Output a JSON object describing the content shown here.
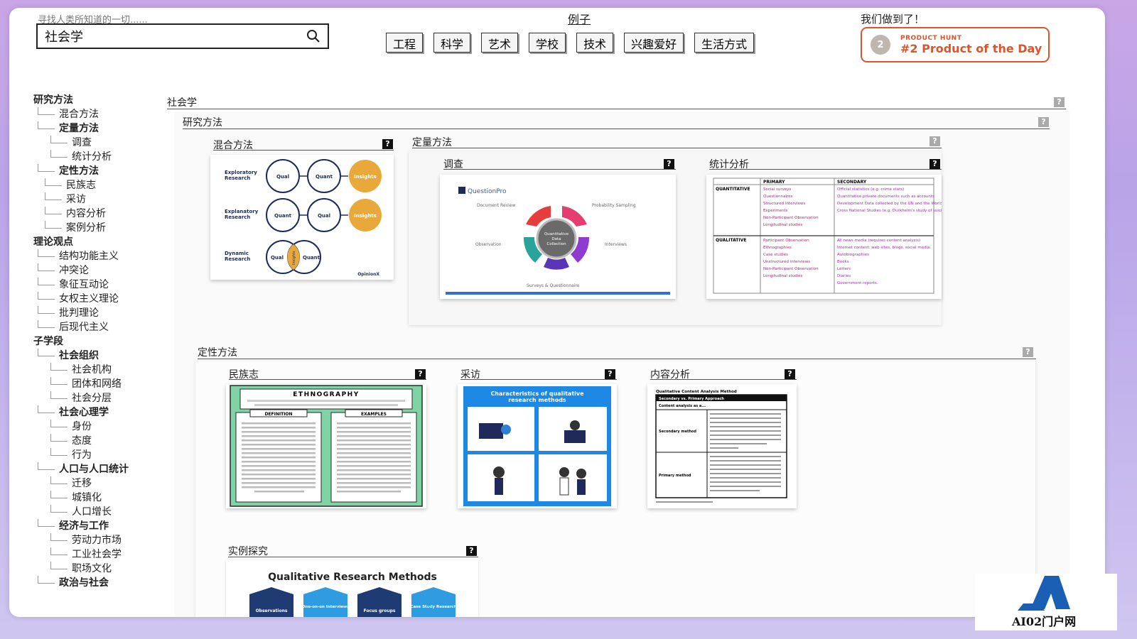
{
  "header": {
    "search_hint": "寻找人类所知道的一切......",
    "search_value": "社会学",
    "examples_title": "例子",
    "example_buttons": [
      "工程",
      "科学",
      "艺术",
      "学校",
      "技术",
      "兴趣爱好",
      "生活方式"
    ],
    "ph_title": "我们做到了！",
    "ph_small": "PRODUCT HUNT",
    "ph_big": "#2 Product of the Day",
    "ph_medal": "2"
  },
  "sidebar": {
    "items": [
      {
        "label": "研究方法",
        "level": "l0"
      },
      {
        "label": "混合方法",
        "level": "l1"
      },
      {
        "label": "定量方法",
        "level": "l1 bold"
      },
      {
        "label": "调查",
        "level": "l2"
      },
      {
        "label": "统计分析",
        "level": "l2"
      },
      {
        "label": "定性方法",
        "level": "l1 bold"
      },
      {
        "label": "民族志",
        "level": "l1b"
      },
      {
        "label": "采访",
        "level": "l1b"
      },
      {
        "label": "内容分析",
        "level": "l1b"
      },
      {
        "label": "案例分析",
        "level": "l1b"
      },
      {
        "label": "理论观点",
        "level": "l0"
      },
      {
        "label": "结构功能主义",
        "level": "l1"
      },
      {
        "label": "冲突论",
        "level": "l1"
      },
      {
        "label": "象征互动论",
        "level": "l1"
      },
      {
        "label": "女权主义理论",
        "level": "l1"
      },
      {
        "label": "批判理论",
        "level": "l1"
      },
      {
        "label": "后现代主义",
        "level": "l1"
      },
      {
        "label": "子学段",
        "level": "l0"
      },
      {
        "label": "社会组织",
        "level": "l1 bold"
      },
      {
        "label": "社会机构",
        "level": "l2"
      },
      {
        "label": "团体和网络",
        "level": "l2"
      },
      {
        "label": "社会分层",
        "level": "l2"
      },
      {
        "label": "社会心理学",
        "level": "l1 bold"
      },
      {
        "label": "身份",
        "level": "l2"
      },
      {
        "label": "态度",
        "level": "l2"
      },
      {
        "label": "行为",
        "level": "l2"
      },
      {
        "label": "人口与人口统计",
        "level": "l1 bold"
      },
      {
        "label": "迁移",
        "level": "l2"
      },
      {
        "label": "城镇化",
        "level": "l2"
      },
      {
        "label": "人口增长",
        "level": "l2"
      },
      {
        "label": "经济与工作",
        "level": "l1 bold"
      },
      {
        "label": "劳动力市场",
        "level": "l2"
      },
      {
        "label": "工业社会学",
        "level": "l2"
      },
      {
        "label": "职场文化",
        "level": "l2"
      },
      {
        "label": "政治与社会",
        "level": "l1 bold"
      }
    ]
  },
  "content": {
    "root_title": "社会学",
    "methods_title": "研究方法",
    "mixed_title": "混合方法",
    "quant_title": "定量方法",
    "survey_title": "调查",
    "stats_title": "统计分析",
    "qual_title": "定性方法",
    "ethno_title": "民族志",
    "interview_title": "采访",
    "content_title": "内容分析",
    "case_title": "实例探究",
    "qmark": "?"
  },
  "thumbs": {
    "mixed": {
      "rows": [
        {
          "label1": "Exploratory",
          "label2": "Research",
          "c1": "Qual",
          "c2": "Quant",
          "c3": "Insights"
        },
        {
          "label1": "Explanatory",
          "label2": "Research",
          "c1": "Quant",
          "c2": "Qual",
          "c3": "Insights"
        },
        {
          "label1": "Dynamic",
          "label2": "Research",
          "c1": "Qual",
          "c2": "Quant",
          "c3": "Insights"
        }
      ],
      "brand": "OpinionX"
    },
    "survey": {
      "brand": "QuestionPro",
      "center1": "Quantitative",
      "center2": "Data",
      "center3": "Collection",
      "doc": "Document Review",
      "prob": "Probability Sampling",
      "obs": "Observation",
      "intv": "Interviews",
      "surv": "Surveys & Questionnaire"
    },
    "stats": {
      "h_primary": "PRIMARY",
      "h_secondary": "SECONDARY",
      "r_quant": "QUANTITATIVE",
      "r_qual": "QUALITATIVE",
      "quant_primary": [
        "Social surveys",
        "Questionnaires",
        "Structured Interviews",
        "Experiments",
        "Non-Participant Observation",
        "Longitudinal studies"
      ],
      "quant_secondary": [
        "Official statistics (e.g. crime stats)",
        "Quantitative private documents such as accounts",
        "Development Data collected by the UN and the World Bank",
        "Cross National Studies (e.g. Durkheim's study of suicide"
      ],
      "qual_primary": [
        "Participant Observation",
        "Ethnographies",
        "Case studies",
        "Unstructured interviews",
        "Non-Participant Observation",
        "Longitudinal studies"
      ],
      "qual_secondary": [
        "All news media (requires content analysis)",
        "Internet content: web sites, blogs, social media.",
        "Autobiographies",
        "Books",
        "Letters",
        "Diaries",
        "Government reports."
      ]
    },
    "ethno": {
      "title": "ETHNOGRAPHY",
      "def": "DEFINITION",
      "ex": "EXAMPLES"
    },
    "interview": {
      "title1": "Characteristics of qualitative",
      "title2": "research methods"
    },
    "content": {
      "title": "Qualitative Content Analysis Method",
      "sub": "Secondary vs. Primary Approach",
      "row0": "Content analysis as a...",
      "row1": "Secondary method",
      "row2": "Primary method"
    },
    "case": {
      "title": "Qualitative Research Methods",
      "hexes": [
        "Observations",
        "One-on-on Interviews",
        "Focus groups",
        "Case Study Research"
      ]
    }
  },
  "watermark": "AI02门户网",
  "colors": {
    "ph": "#da552f",
    "insights": "#e8a93a",
    "navy": "#1f2a5a",
    "blue": "#2f7fd6",
    "green": "#7fd3a4"
  }
}
